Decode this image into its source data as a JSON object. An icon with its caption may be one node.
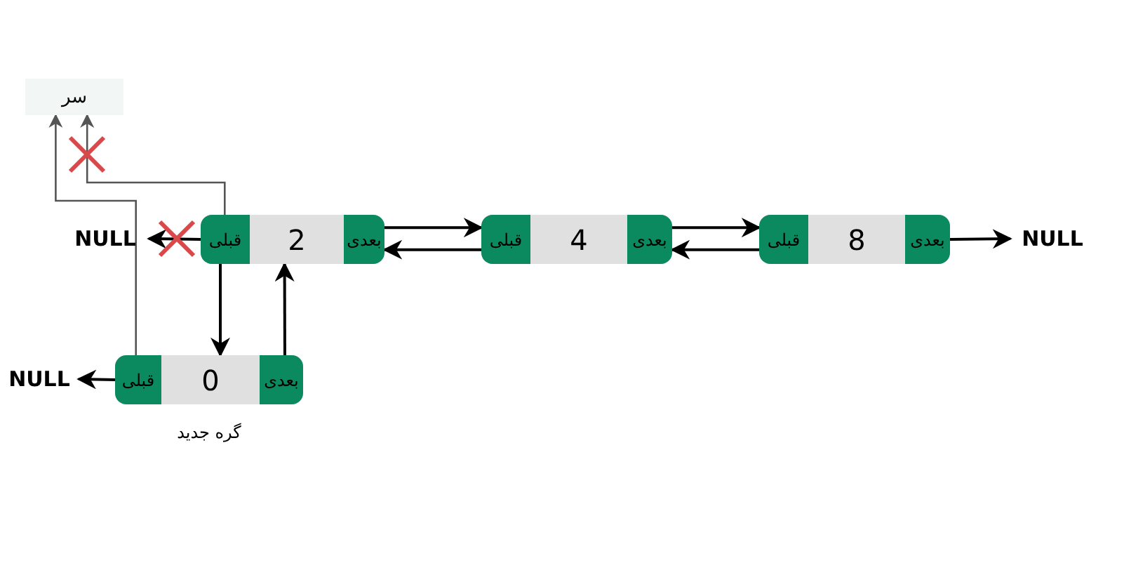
{
  "diagram": {
    "nodes": [
      {
        "text": [
          "سر"
        ]
      },
      {
        "text": [
          "NULL"
        ]
      },
      {
        "text": [],
        "shape": "box"
      },
      {
        "text": [
          "قبلی"
        ],
        "in": 2
      },
      {
        "text": [
          "2"
        ],
        "in": 2
      },
      {
        "text": [
          "بعدی"
        ],
        "in": 2
      },
      {
        "text": [],
        "shape": "box"
      },
      {
        "text": [
          "قبلی"
        ],
        "in": 6
      },
      {
        "text": [
          "4"
        ],
        "in": 6
      },
      {
        "text": [
          "بعدی"
        ],
        "in": 6
      },
      {
        "text": [],
        "shape": "box"
      },
      {
        "text": [
          "قبلی"
        ],
        "in": 10
      },
      {
        "text": [
          "8"
        ],
        "in": 10
      },
      {
        "text": [
          "بعدی"
        ],
        "in": 10
      },
      {
        "text": [
          "NULL"
        ]
      },
      {
        "text": [
          "NULL"
        ]
      },
      {
        "text": [],
        "shape": "box",
        "beside": [
          "گره جدید"
        ]
      },
      {
        "text": [
          "قبلی"
        ],
        "in": 16
      },
      {
        "text": [
          "0"
        ],
        "in": 16
      },
      {
        "text": [
          "بعدی"
        ],
        "in": 16
      }
    ],
    "edges": [
      {
        "from": 3,
        "to": 1,
        "arrow": "to"
      },
      {
        "from": 5,
        "to": 7,
        "arrow": "to"
      },
      {
        "from": 7,
        "to": 5,
        "arrow": "to"
      },
      {
        "from": 9,
        "to": 11,
        "arrow": "to"
      },
      {
        "from": 11,
        "to": 9,
        "arrow": "to"
      },
      {
        "from": 13,
        "to": 14,
        "arrow": "to"
      },
      {
        "from": 3,
        "to": 0,
        "arrow": "to",
        "color": "#555555"
      },
      {
        "from": 17,
        "to": 0,
        "arrow": "to",
        "color": "#555555"
      },
      {
        "from": 3,
        "to": 18,
        "arrow": "to"
      },
      {
        "from": 19,
        "to": 4,
        "arrow": "to"
      },
      {
        "from": 17,
        "to": 15,
        "arrow": "to"
      }
    ]
  }
}
